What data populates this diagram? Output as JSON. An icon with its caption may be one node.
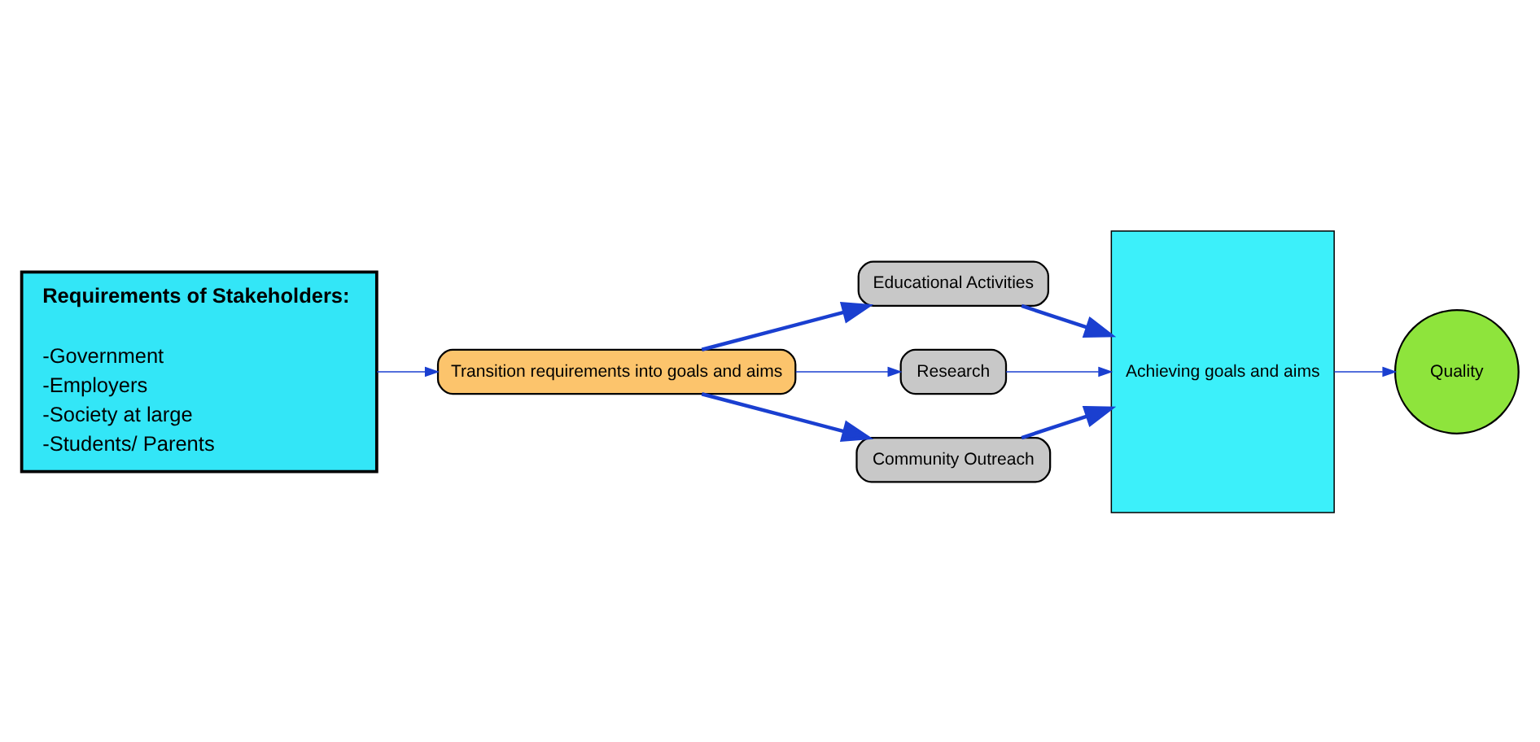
{
  "diagram": {
    "nodes": [
      {
        "text": [
          "Requirements of Stakeholders:",
          "-Government",
          "-Employers",
          "-Society at large",
          "-Students/ Parents"
        ]
      },
      {
        "text": [
          "Transition requirements into goals and aims"
        ]
      },
      {
        "text": [
          "Educational Activities"
        ]
      },
      {
        "text": [
          "Research"
        ]
      },
      {
        "text": [
          "Community Outreach"
        ]
      },
      {
        "text": [
          "Achieving goals and aims"
        ]
      },
      {
        "text": [
          "Quality"
        ]
      }
    ],
    "edges": [
      {
        "from": 0,
        "to": 1,
        "arrow": "to"
      },
      {
        "from": 1,
        "to": 2,
        "arrow": "to",
        "style": "thick"
      },
      {
        "from": 1,
        "to": 3,
        "arrow": "to"
      },
      {
        "from": 1,
        "to": 4,
        "arrow": "to",
        "style": "thick"
      },
      {
        "from": 2,
        "to": 5,
        "arrow": "to",
        "style": "thick"
      },
      {
        "from": 3,
        "to": 5,
        "arrow": "to"
      },
      {
        "from": 4,
        "to": 5,
        "arrow": "to",
        "style": "thick"
      },
      {
        "from": 5,
        "to": 6,
        "arrow": "to"
      }
    ]
  }
}
